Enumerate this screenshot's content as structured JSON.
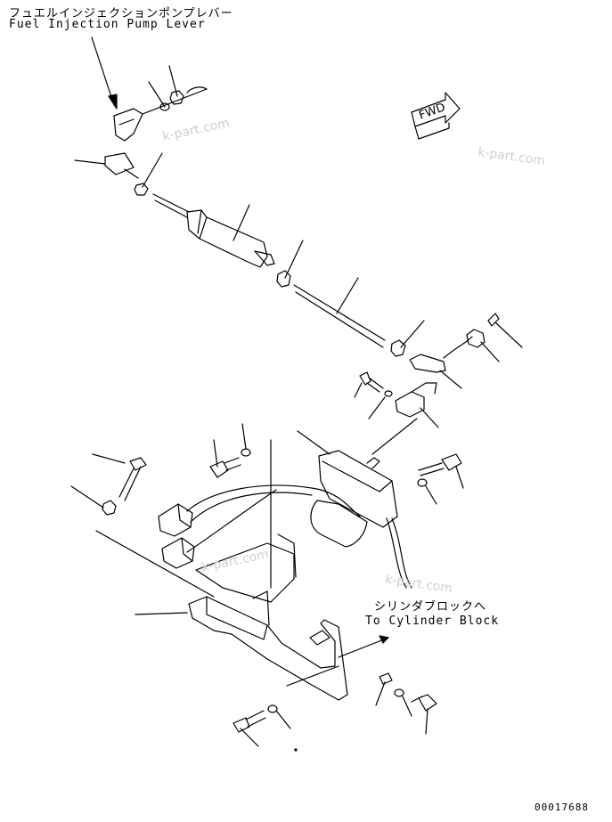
{
  "labels": {
    "fuel_pump_lever_jp": "フュエルインジェクションポンプレバー",
    "fuel_pump_lever_en": "Fuel Injection Pump Lever",
    "cylinder_block_jp": "シリンダブロックへ",
    "cylinder_block_en": "To Cylinder Block",
    "forward": "FWD",
    "drawing_number": "00017688"
  },
  "watermarks": [
    "k-part.com",
    "k-part.com",
    "k-part.com",
    "k-part.com"
  ],
  "colors": {
    "line": "#000000",
    "watermark": "#cfcfcf",
    "background": "#ffffff"
  }
}
